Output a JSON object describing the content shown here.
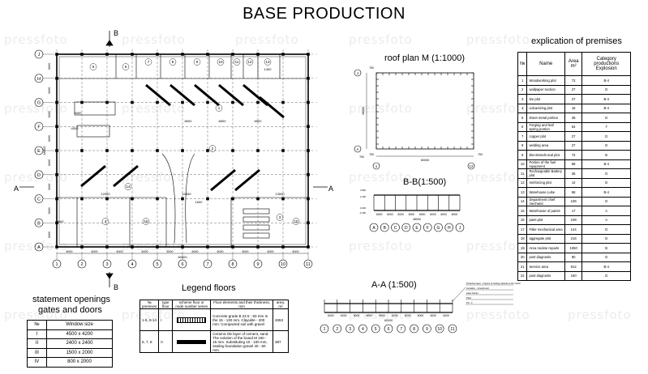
{
  "title": "BASE PRODUCTION",
  "watermark": "pressfoto",
  "roof_plan": {
    "title": "roof plan M (1:1000)"
  },
  "section_bb": {
    "title": "B-B(1:500)"
  },
  "section_aa": {
    "title": "A-A (1:500)"
  },
  "section_marks": {
    "a_left": "A",
    "a_right": "A",
    "b_top": "B",
    "b_bottom": "B"
  },
  "explication": {
    "title": "explication of premises",
    "headers": [
      "№",
      "Name",
      "Area m²",
      "Category productions Explosion"
    ],
    "rows": [
      [
        "1",
        "Woodworking plot",
        "72",
        "B-4"
      ],
      [
        "2",
        "wallpaper section",
        "27",
        "D"
      ],
      [
        "3",
        "tire plot",
        "27",
        "B-4"
      ],
      [
        "4",
        "vulcanizing plot",
        "16",
        "B-4"
      ],
      [
        "5",
        "sheet metal portion",
        "36",
        "D"
      ],
      [
        "6",
        "Forging and leaf spring portion",
        "54",
        "Г"
      ],
      [
        "7",
        "copper plot",
        "27",
        "D"
      ],
      [
        "8",
        "welding area",
        "27",
        "D"
      ],
      [
        "9",
        "Electrotechnical plot",
        "72",
        "B"
      ],
      [
        "10",
        "Portion of the fuel equipment",
        "88",
        "B-4"
      ],
      [
        "11",
        "Rechargeable Battery plot",
        "36",
        "D"
      ],
      [
        "12",
        "reinforcing plot",
        "14",
        "D"
      ],
      [
        "13",
        "Warehouse Lube",
        "58",
        "B-4"
      ],
      [
        "14",
        "Department chief mechanic",
        "106",
        "D"
      ],
      [
        "15",
        "Warehouse of paints",
        "17",
        "A"
      ],
      [
        "16",
        "paint plot",
        "108",
        "A"
      ],
      [
        "17",
        "Filter mechanical area",
        "144",
        "D"
      ],
      [
        "18",
        "aggregate plot",
        "216",
        "D"
      ],
      [
        "19",
        "Area routine repairs",
        "1050",
        "B"
      ],
      [
        "20",
        "post diagnosis",
        "80",
        "D"
      ],
      [
        "21",
        "Service area",
        "912",
        "B-4"
      ],
      [
        "22",
        "post diagnosis",
        "160",
        "D"
      ]
    ]
  },
  "openings": {
    "title_line1": "statement openings",
    "title_line2": "gates and doors",
    "headers": [
      "№",
      "Window size"
    ],
    "rows": [
      [
        "I",
        "4500 x 4200"
      ],
      [
        "II",
        "2400 x 2400"
      ],
      [
        "III",
        "1500 x 2000"
      ],
      [
        "IV",
        "800 x 2000"
      ]
    ]
  },
  "floors": {
    "title": "Legend floors",
    "headers": [
      "№ premises",
      "type floor",
      "scheme floor or node number series",
      "Floor elements and their thickness, mm",
      "area, m²"
    ],
    "rows": [
      [
        "1-5, 9-14",
        "I",
        "",
        "Concrete grade B 22.5 - 50 mm In the 15 - 130 mm. Clayulite - 200 mm. Compacted soil with gravel",
        "4653"
      ],
      [
        "6, 7, 8",
        "II",
        "",
        "Ceramic tile layer of cement, sand. The solution of the board M 150 - 15 mm. Substituting 10 - 100 mm, sealing foundation gravel 40 - 60 mm.",
        "387"
      ]
    ]
  },
  "plan": {
    "col_axes": [
      "1",
      "2",
      "3",
      "4",
      "5",
      "6",
      "7",
      "8",
      "9",
      "10",
      "11"
    ],
    "row_axes": [
      "A",
      "B",
      "C",
      "D",
      "E",
      "F",
      "G",
      "H",
      "J"
    ],
    "bottom_dims": [
      "6000",
      "6000",
      "6000",
      "6000",
      "6000",
      "6000",
      "6000",
      "6000",
      "6000",
      "6000"
    ],
    "overall_width": "60000",
    "left_dims": [
      "6000",
      "6000",
      "6000",
      "6000",
      "6000",
      "6000",
      "6000",
      "6000"
    ],
    "overall_height": "48000",
    "inner_dims": [
      "12000",
      "10650",
      "13500",
      "8500",
      "8500",
      "8500",
      "1600",
      "1400",
      "5000",
      "4000",
      "1600"
    ],
    "room_numbers": [
      "1",
      "2",
      "3",
      "4",
      "5",
      "6",
      "7",
      "8",
      "9",
      "10",
      "11",
      "12",
      "13",
      "14",
      "15",
      "16"
    ]
  },
  "roof": {
    "axes_bottom": [
      "1",
      "12"
    ],
    "axes_left": [
      "J",
      "A"
    ],
    "dims": [
      "750",
      "750",
      "750",
      "750",
      "48000",
      "60000"
    ]
  },
  "bb": {
    "axes": [
      "A",
      "B",
      "C",
      "D",
      "E",
      "F",
      "G",
      "H",
      "J"
    ],
    "dims": [
      "6000",
      "6000",
      "6000",
      "6000",
      "6000",
      "6000",
      "6000",
      "6000"
    ],
    "total": "48000",
    "levels": [
      "3.950",
      "2.400",
      "0.000",
      "-0.150"
    ]
  },
  "aa": {
    "axes": [
      "1",
      "2",
      "3",
      "4",
      "5",
      "6",
      "7",
      "8",
      "9",
      "10",
      "11"
    ],
    "dims": [
      "6000",
      "6000",
      "6000",
      "6000",
      "6000",
      "6000",
      "6000",
      "6000",
      "6000",
      "6000"
    ],
    "total": "60000",
    "notes": [
      "Protective layer - 2 layers of roofing material on the mastic",
      "insulation - mineral wool",
      "vapor barrier",
      "Plate",
      "PO - 2"
    ]
  }
}
